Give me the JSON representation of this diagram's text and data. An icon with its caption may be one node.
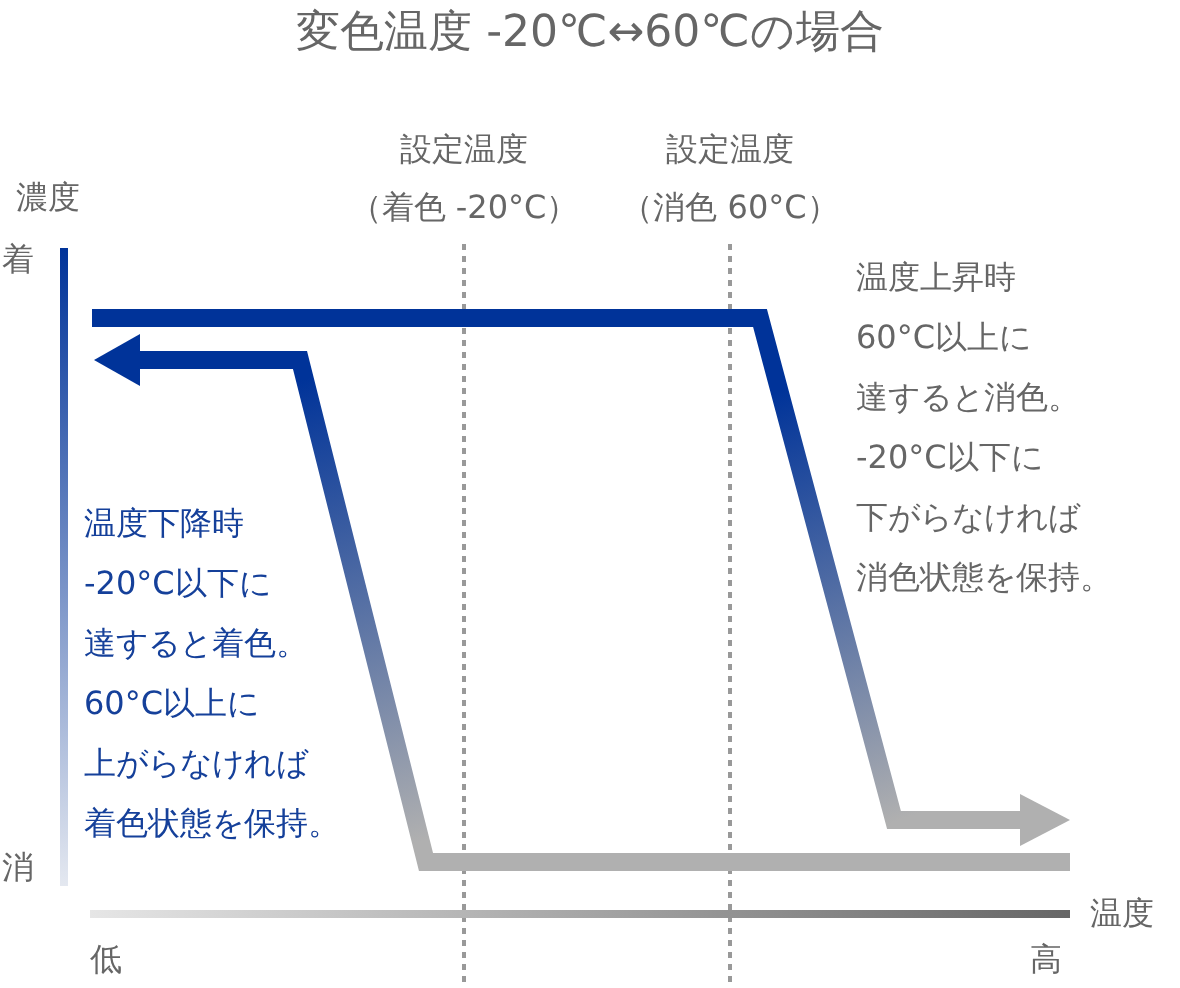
{
  "diagram": {
    "title": "変色温度 -20℃↔60℃の場合",
    "labels": [
      "設定温度（着色 -20°C）",
      "設定温度（消色 60°C）",
      "濃度",
      "着",
      "温度上昇時60°C以上に達すると消色。-20°C以下に下がらなければ消色状態を保持。",
      "温度下降時-20°C以下に達すると着色。60°C以上に上がらなければ着色状態を保持。",
      "消",
      "温度",
      "低",
      "高"
    ]
  }
}
